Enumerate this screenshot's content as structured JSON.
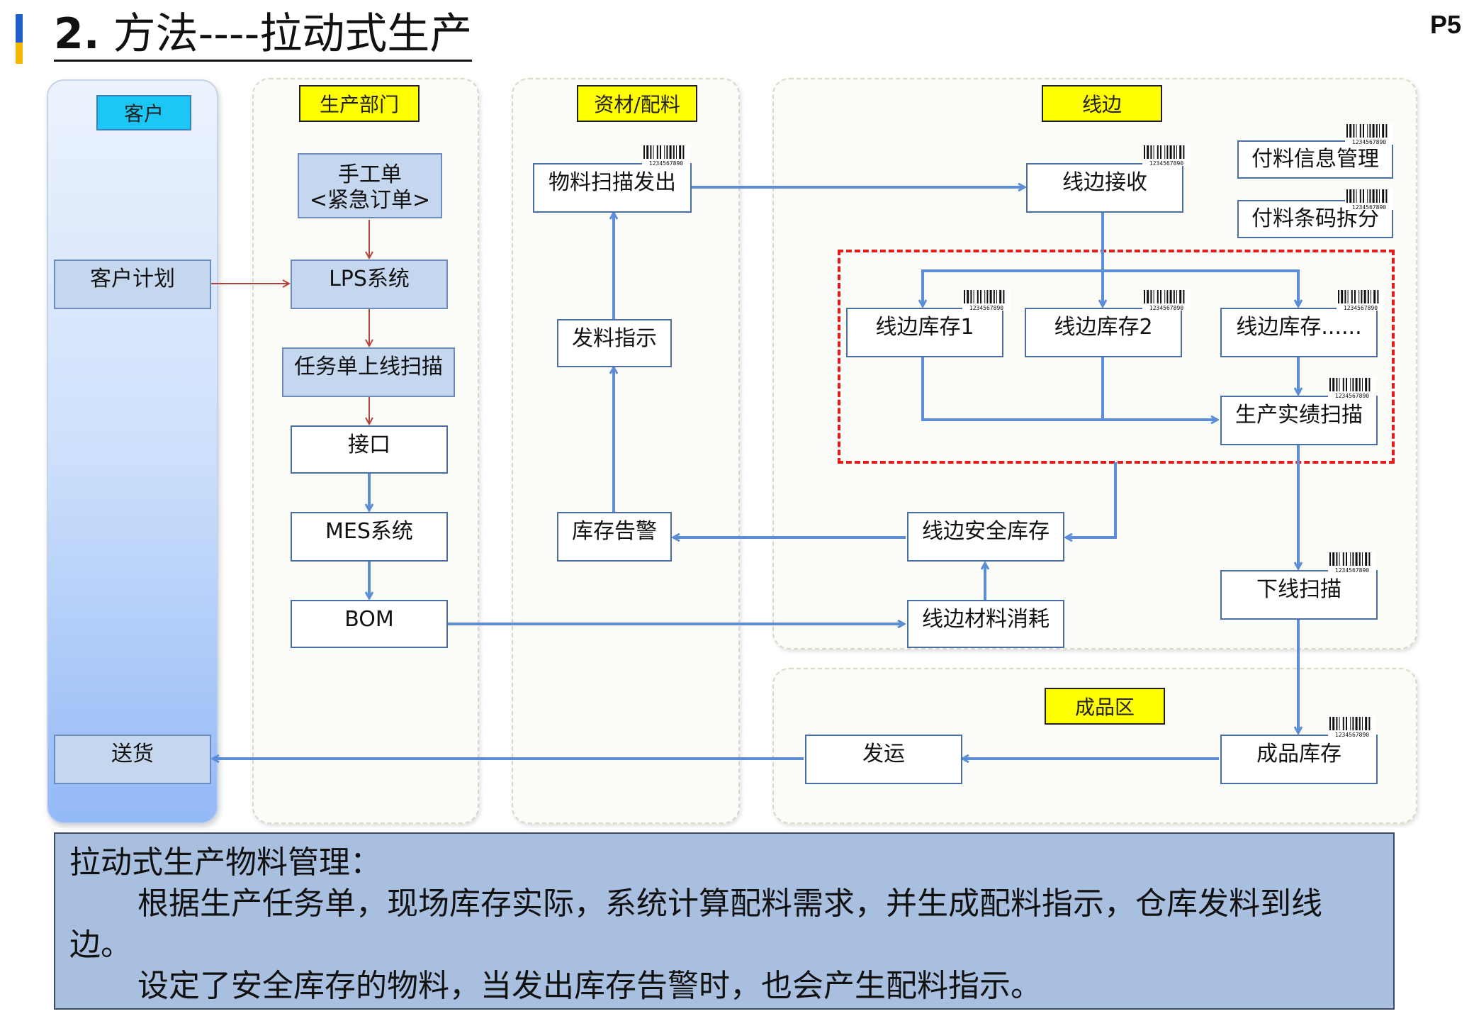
{
  "header": {
    "title_num": "2.",
    "title_text": " 方法----拉动式生产",
    "page_number": "P5"
  },
  "lanes": {
    "client": "客户",
    "production": "生产部门",
    "materials": "资材/配料",
    "lineside": "线边",
    "finished": "成品区"
  },
  "nodes": {
    "client_plan": "客户计划",
    "delivery": "送货",
    "manual_order_line1": "手工单",
    "manual_order_line2": "<紧急订单>",
    "lps": "LPS系统",
    "task_scan": "任务单上线扫描",
    "interface": "接口",
    "mes": "MES系统",
    "bom": "BOM",
    "material_scan_out": "物料扫描发出",
    "issue_instruction": "发料指示",
    "stock_alarm": "库存告警",
    "lineside_receive": "线边接收",
    "aux_info_mgmt": "付料信息管理",
    "aux_barcode_split": "付料条码拆分",
    "lineside_stock1": "线边库存1",
    "lineside_stock2": "线边库存2",
    "lineside_stock_more": "线边库存......",
    "production_scan": "生产实绩扫描",
    "safety_stock": "线边安全库存",
    "material_consumption": "线边材料消耗",
    "offline_scan": "下线扫描",
    "finished_stock": "成品库存",
    "shipping": "发运"
  },
  "barcode_digits": "1234567890",
  "note": {
    "heading": "拉动式生产物料管理：",
    "para1": "根据生产任务单，现场库存实际，系统计算配料需求，并生成配料指示，仓库发料到线边。",
    "para2": "设定了安全库存的物料，当发出库存告警时，也会产生配料指示。"
  },
  "colors": {
    "arrow_blue": "#5b8ed6",
    "arrow_red": "#b5413a",
    "dashed_red": "#e31b1b",
    "yellow_label": "#ffff00",
    "cyan_label": "#1cc7f5",
    "note_bg": "#a9bfe0"
  }
}
